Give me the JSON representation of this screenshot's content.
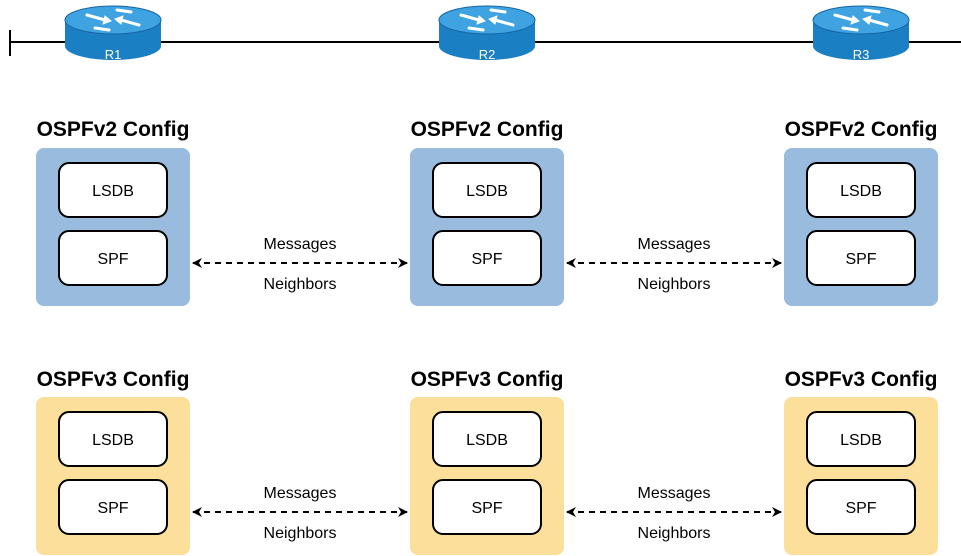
{
  "colors": {
    "ospfv2_panel": "#99bbdd",
    "ospfv3_panel": "#fbdf9b",
    "router_body": "#1b7fc3",
    "router_top": "#3ea3e0",
    "line": "#000000"
  },
  "routers": [
    {
      "label": "R1",
      "icon": "router-icon"
    },
    {
      "label": "R2",
      "icon": "router-icon"
    },
    {
      "label": "R3",
      "icon": "router-icon"
    }
  ],
  "rows": [
    {
      "id": "ospfv2",
      "titles": [
        "OSPFv2 Config",
        "OSPFv2 Config",
        "OSPFv2 Config"
      ],
      "boxes": [
        "LSDB",
        "SPF"
      ],
      "links": [
        {
          "top": "Messages",
          "bottom": "Neighbors"
        },
        {
          "top": "Messages",
          "bottom": "Neighbors"
        }
      ]
    },
    {
      "id": "ospfv3",
      "titles": [
        "OSPFv3 Config",
        "OSPFv3 Config",
        "OSPFv3 Config"
      ],
      "boxes": [
        "LSDB",
        "SPF"
      ],
      "links": [
        {
          "top": "Messages",
          "bottom": "Neighbors"
        },
        {
          "top": "Messages",
          "bottom": "Neighbors"
        }
      ]
    }
  ]
}
